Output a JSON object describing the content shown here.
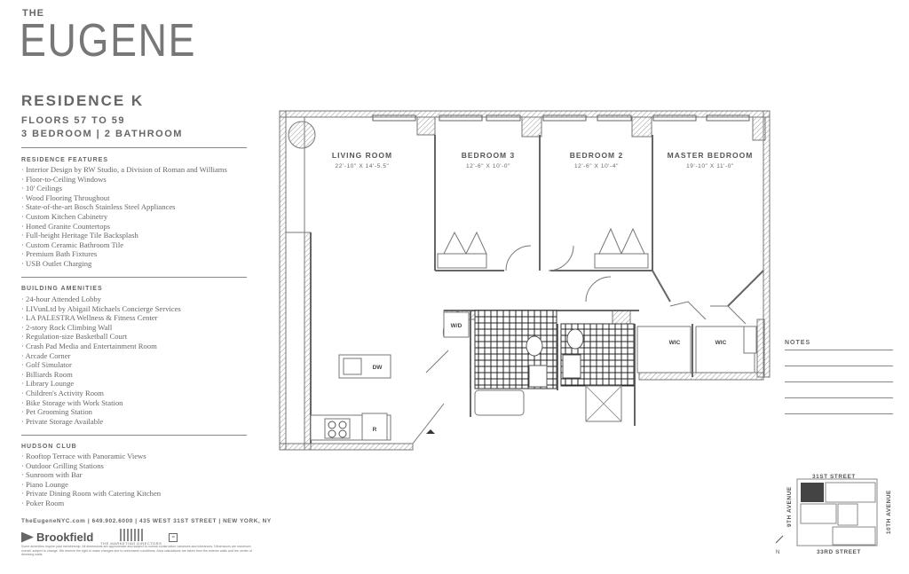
{
  "brand": {
    "the": "THE",
    "name": "EUGENE"
  },
  "residence": {
    "title": "RESIDENCE K",
    "floors": "FLOORS 57 TO 59",
    "rooms": "3 BEDROOM | 2 BATHROOM"
  },
  "features": {
    "heading": "RESIDENCE FEATURES",
    "items": [
      "Interior Design by RW Studio, a Division of Roman and Williams",
      "Floor-to-Ceiling Windows",
      "10' Ceilings",
      "Wood Flooring Throughout",
      "State-of-the-art Bosch Stainless Steel Appliances",
      "Custom Kitchen Cabinetry",
      "Honed Granite Countertops",
      "Full-height Heritage Tile Backsplash",
      "Custom Ceramic Bathroom Tile",
      "Premium Bath Fixtures",
      "USB Outlet Charging"
    ]
  },
  "amenities": {
    "heading": "BUILDING AMENITIES",
    "items": [
      "24-hour Attended Lobby",
      "LIVunLtd by Abigail Michaels Concierge Services",
      "LA PALESTRA Wellness & Fitness Center",
      "2-story Rock Climbing Wall",
      "Regulation-size Basketball Court",
      "Crash Pad Media and Entertainment Room",
      "Arcade Corner",
      "Golf Simulator",
      "Billiards Room",
      "Library Lounge",
      "Children's Activity Room",
      "Bike Storage with Work Station",
      "Pet Grooming Station",
      "Private Storage Available"
    ]
  },
  "hudson": {
    "heading": "HUDSON CLUB",
    "items": [
      "Rooftop Terrace with Panoramic Views",
      "Outdoor Grilling Stations",
      "Sunroom with Bar",
      "Piano Lounge",
      "Private Dining Room with Catering Kitchen",
      "Poker Room"
    ]
  },
  "contact": "TheEugeneNYC.com | 649.902.6000 | 435 WEST 31ST STREET | NEW YORK, NY",
  "logos": {
    "brookfield": "Brookfield",
    "marketing": "THE MARKETING DIRECTORS",
    "equal_housing": "="
  },
  "disclaimer": "Some amenities require paid membership. All dimensions are approximate and subject to normal construction variances and tolerances. Dimensions are maximum overall, subject to change. We reserve the right to make changes due to unforeseen conditions. Area calculations are taken from the exterior walls and the center of demising walls.",
  "floorplan": {
    "rooms": [
      {
        "name": "LIVING ROOM",
        "dims": "22'-10\" X 14'-5.5\""
      },
      {
        "name": "BEDROOM 3",
        "dims": "12'-6\" X 10'-0\""
      },
      {
        "name": "BEDROOM 2",
        "dims": "12'-6\" X 10'-4\""
      },
      {
        "name": "MASTER BEDROOM",
        "dims": "19'-10\" X 11'-0\""
      }
    ],
    "labels": {
      "wd": "W/D",
      "dw": "DW",
      "r": "R",
      "wic1": "WIC",
      "wic2": "WIC"
    }
  },
  "notes": {
    "heading": "NOTES"
  },
  "keyplan": {
    "street_top": "31ST STREET",
    "street_bottom": "33RD STREET",
    "avenue_left": "9TH AVENUE",
    "avenue_right": "10TH AVENUE",
    "north": "N"
  }
}
